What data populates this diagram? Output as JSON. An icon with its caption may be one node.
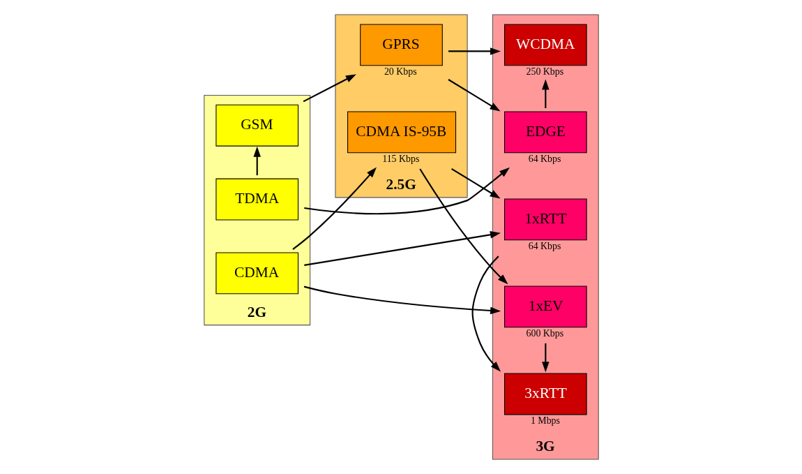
{
  "diagram": {
    "nodes": [
      {
        "text": [
          "2G"
        ]
      },
      {
        "text": [
          "GSM"
        ],
        "in": 0
      },
      {
        "text": [
          "TDMA"
        ],
        "in": 0
      },
      {
        "text": [
          "CDMA"
        ],
        "in": 0
      },
      {
        "text": [
          "2.5G"
        ]
      },
      {
        "text": [
          "GPRS"
        ],
        "in": 4,
        "beside": [
          "20 Kbps"
        ]
      },
      {
        "text": [
          "CDMA IS-95B"
        ],
        "in": 4,
        "beside": [
          "115 Kbps"
        ]
      },
      {
        "text": [
          "3G"
        ]
      },
      {
        "text": [
          "WCDMA"
        ],
        "in": 7,
        "beside": [
          "250 Kbps"
        ]
      },
      {
        "text": [
          "EDGE"
        ],
        "in": 7,
        "beside": [
          "64 Kbps"
        ]
      },
      {
        "text": [
          "1xRTT"
        ],
        "in": 7,
        "beside": [
          "64 Kbps"
        ]
      },
      {
        "text": [
          "1xEV"
        ],
        "in": 7,
        "beside": [
          "600 Kbps"
        ]
      },
      {
        "text": [
          "3xRTT"
        ],
        "in": 7,
        "beside": [
          "1 Mbps"
        ]
      }
    ],
    "edges": [
      {
        "from": 1,
        "to": 5,
        "arrow": "to"
      },
      {
        "from": 5,
        "to": 8,
        "arrow": "to"
      },
      {
        "from": 5,
        "to": 9,
        "arrow": "to"
      },
      {
        "from": 2,
        "to": 1,
        "arrow": "to"
      },
      {
        "from": 2,
        "to": 9,
        "arrow": "to"
      },
      {
        "from": 9,
        "to": 8,
        "arrow": "to"
      },
      {
        "from": 3,
        "to": 10,
        "arrow": "to"
      },
      {
        "from": 3,
        "to": 11,
        "arrow": "to"
      },
      {
        "from": 3,
        "to": 6,
        "arrow": "to"
      },
      {
        "from": 6,
        "to": 10,
        "arrow": "to"
      },
      {
        "from": 6,
        "to": 11,
        "arrow": "to"
      },
      {
        "from": 10,
        "to": 12,
        "arrow": "to"
      },
      {
        "from": 11,
        "to": 12,
        "arrow": "to"
      }
    ]
  }
}
